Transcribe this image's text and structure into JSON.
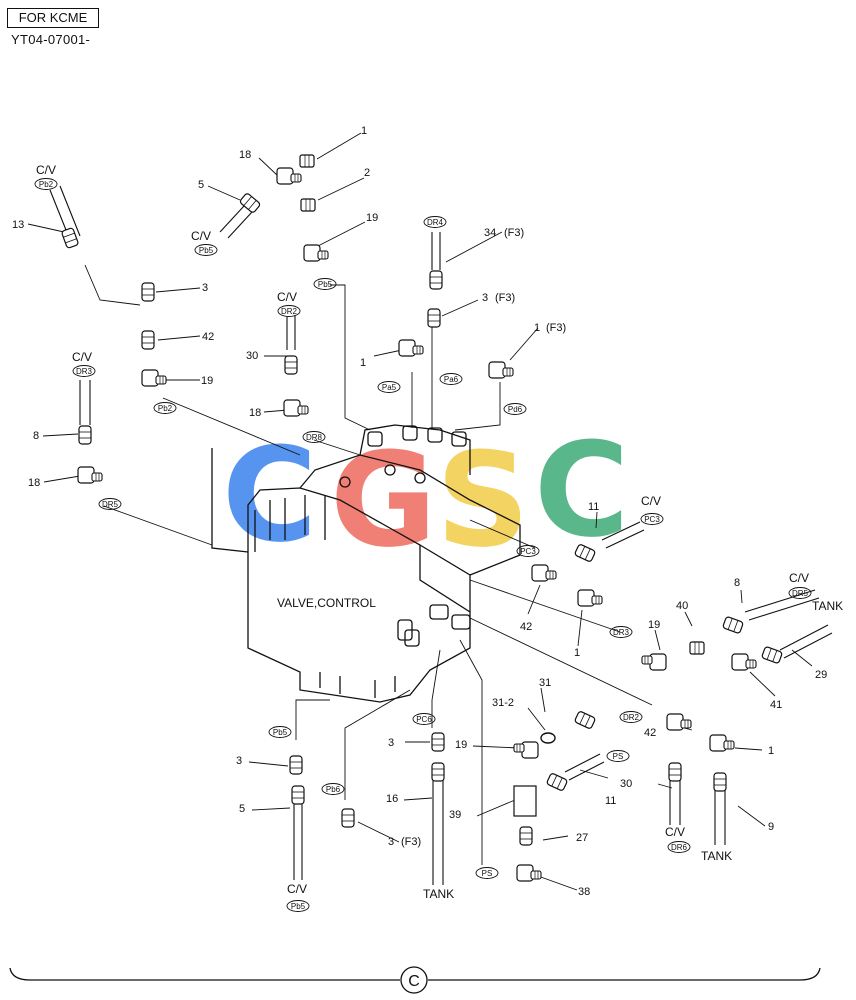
{
  "header": {
    "market_label": "FOR KCME",
    "serial_range": "YT04-07001-"
  },
  "main_component": "VALVE,CONTROL",
  "watermark": {
    "letters": [
      "C",
      "G",
      "S",
      "C"
    ],
    "colors": [
      "#4f8ff0",
      "#f07a6e",
      "#f3d15a",
      "#52b486"
    ]
  },
  "page_marker": "C",
  "text": {
    "cv": "C/V",
    "tank": "TANK",
    "f3": "(F3)"
  },
  "port_tags": {
    "pb2": "Pb2",
    "pb5": "Pb5",
    "dr2": "DR2",
    "dr3": "DR3",
    "dr4": "DR4",
    "dr5": "DR5",
    "dr6": "DR6",
    "dr8": "DR8",
    "pa5": "Pa5",
    "pa6": "Pa6",
    "pd6": "Pd6",
    "pc3": "PC3",
    "pc6": "PC6",
    "pb6": "Pb6",
    "ps": "PS"
  },
  "callouts": {
    "n1": "1",
    "n2": "2",
    "n3": "3",
    "n5": "5",
    "n8": "8",
    "n9": "9",
    "n11": "11",
    "n13": "13",
    "n16": "16",
    "n18": "18",
    "n19": "19",
    "n27": "27",
    "n29": "29",
    "n30": "30",
    "n31": "31",
    "n31_2": "31-2",
    "n34": "34",
    "n38": "38",
    "n39": "39",
    "n40": "40",
    "n41": "41",
    "n42": "42"
  }
}
